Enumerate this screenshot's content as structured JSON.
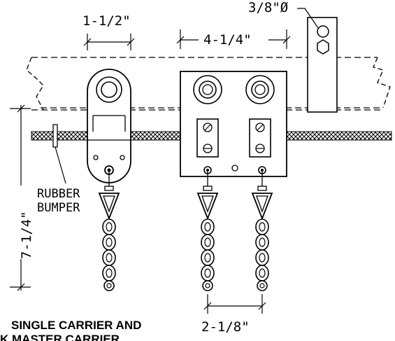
{
  "dimensions": {
    "single_carrier_width": "1-1/2\"",
    "master_carrier_width": "4-1/4\"",
    "hole_diameter": "3/8\"Ø",
    "overall_height": "7-1/4\"",
    "chain_spacing": "2-1/8\""
  },
  "labels": {
    "bumper_line1": "RUBBER",
    "bumper_line2": "BUMPER"
  },
  "caption": {
    "line1": "SINGLE CARRIER AND",
    "line2": "K MASTER CARRIER"
  }
}
